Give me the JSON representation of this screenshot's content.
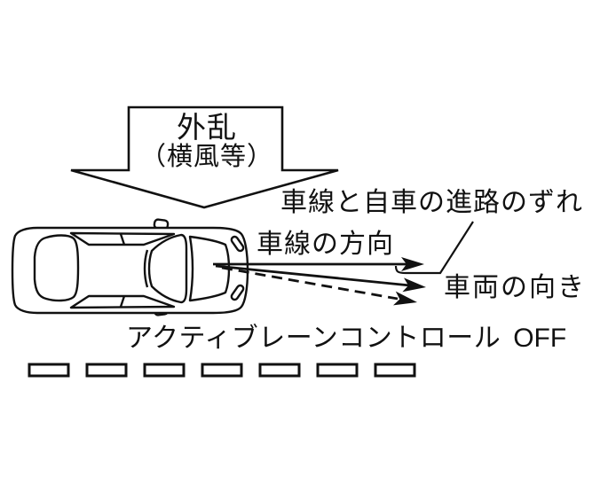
{
  "diagram": {
    "disturbance": {
      "line1": "外乱",
      "line2": "（横風等）"
    },
    "labels": {
      "deviation": "車線と自車の進路のずれ",
      "lane_direction": "車線の方向",
      "vehicle_heading": "車両の向き",
      "caption": "アクティブレーンコントロール",
      "caption_status": "OFF"
    },
    "icons": {
      "disturbance_arrow": "down-block-arrow-icon",
      "car": "car-top-view-icon",
      "lane_markers": "dashed-lane-marking-icon"
    },
    "colors": {
      "line": "#111111",
      "background": "#ffffff",
      "text": "#111111"
    }
  }
}
